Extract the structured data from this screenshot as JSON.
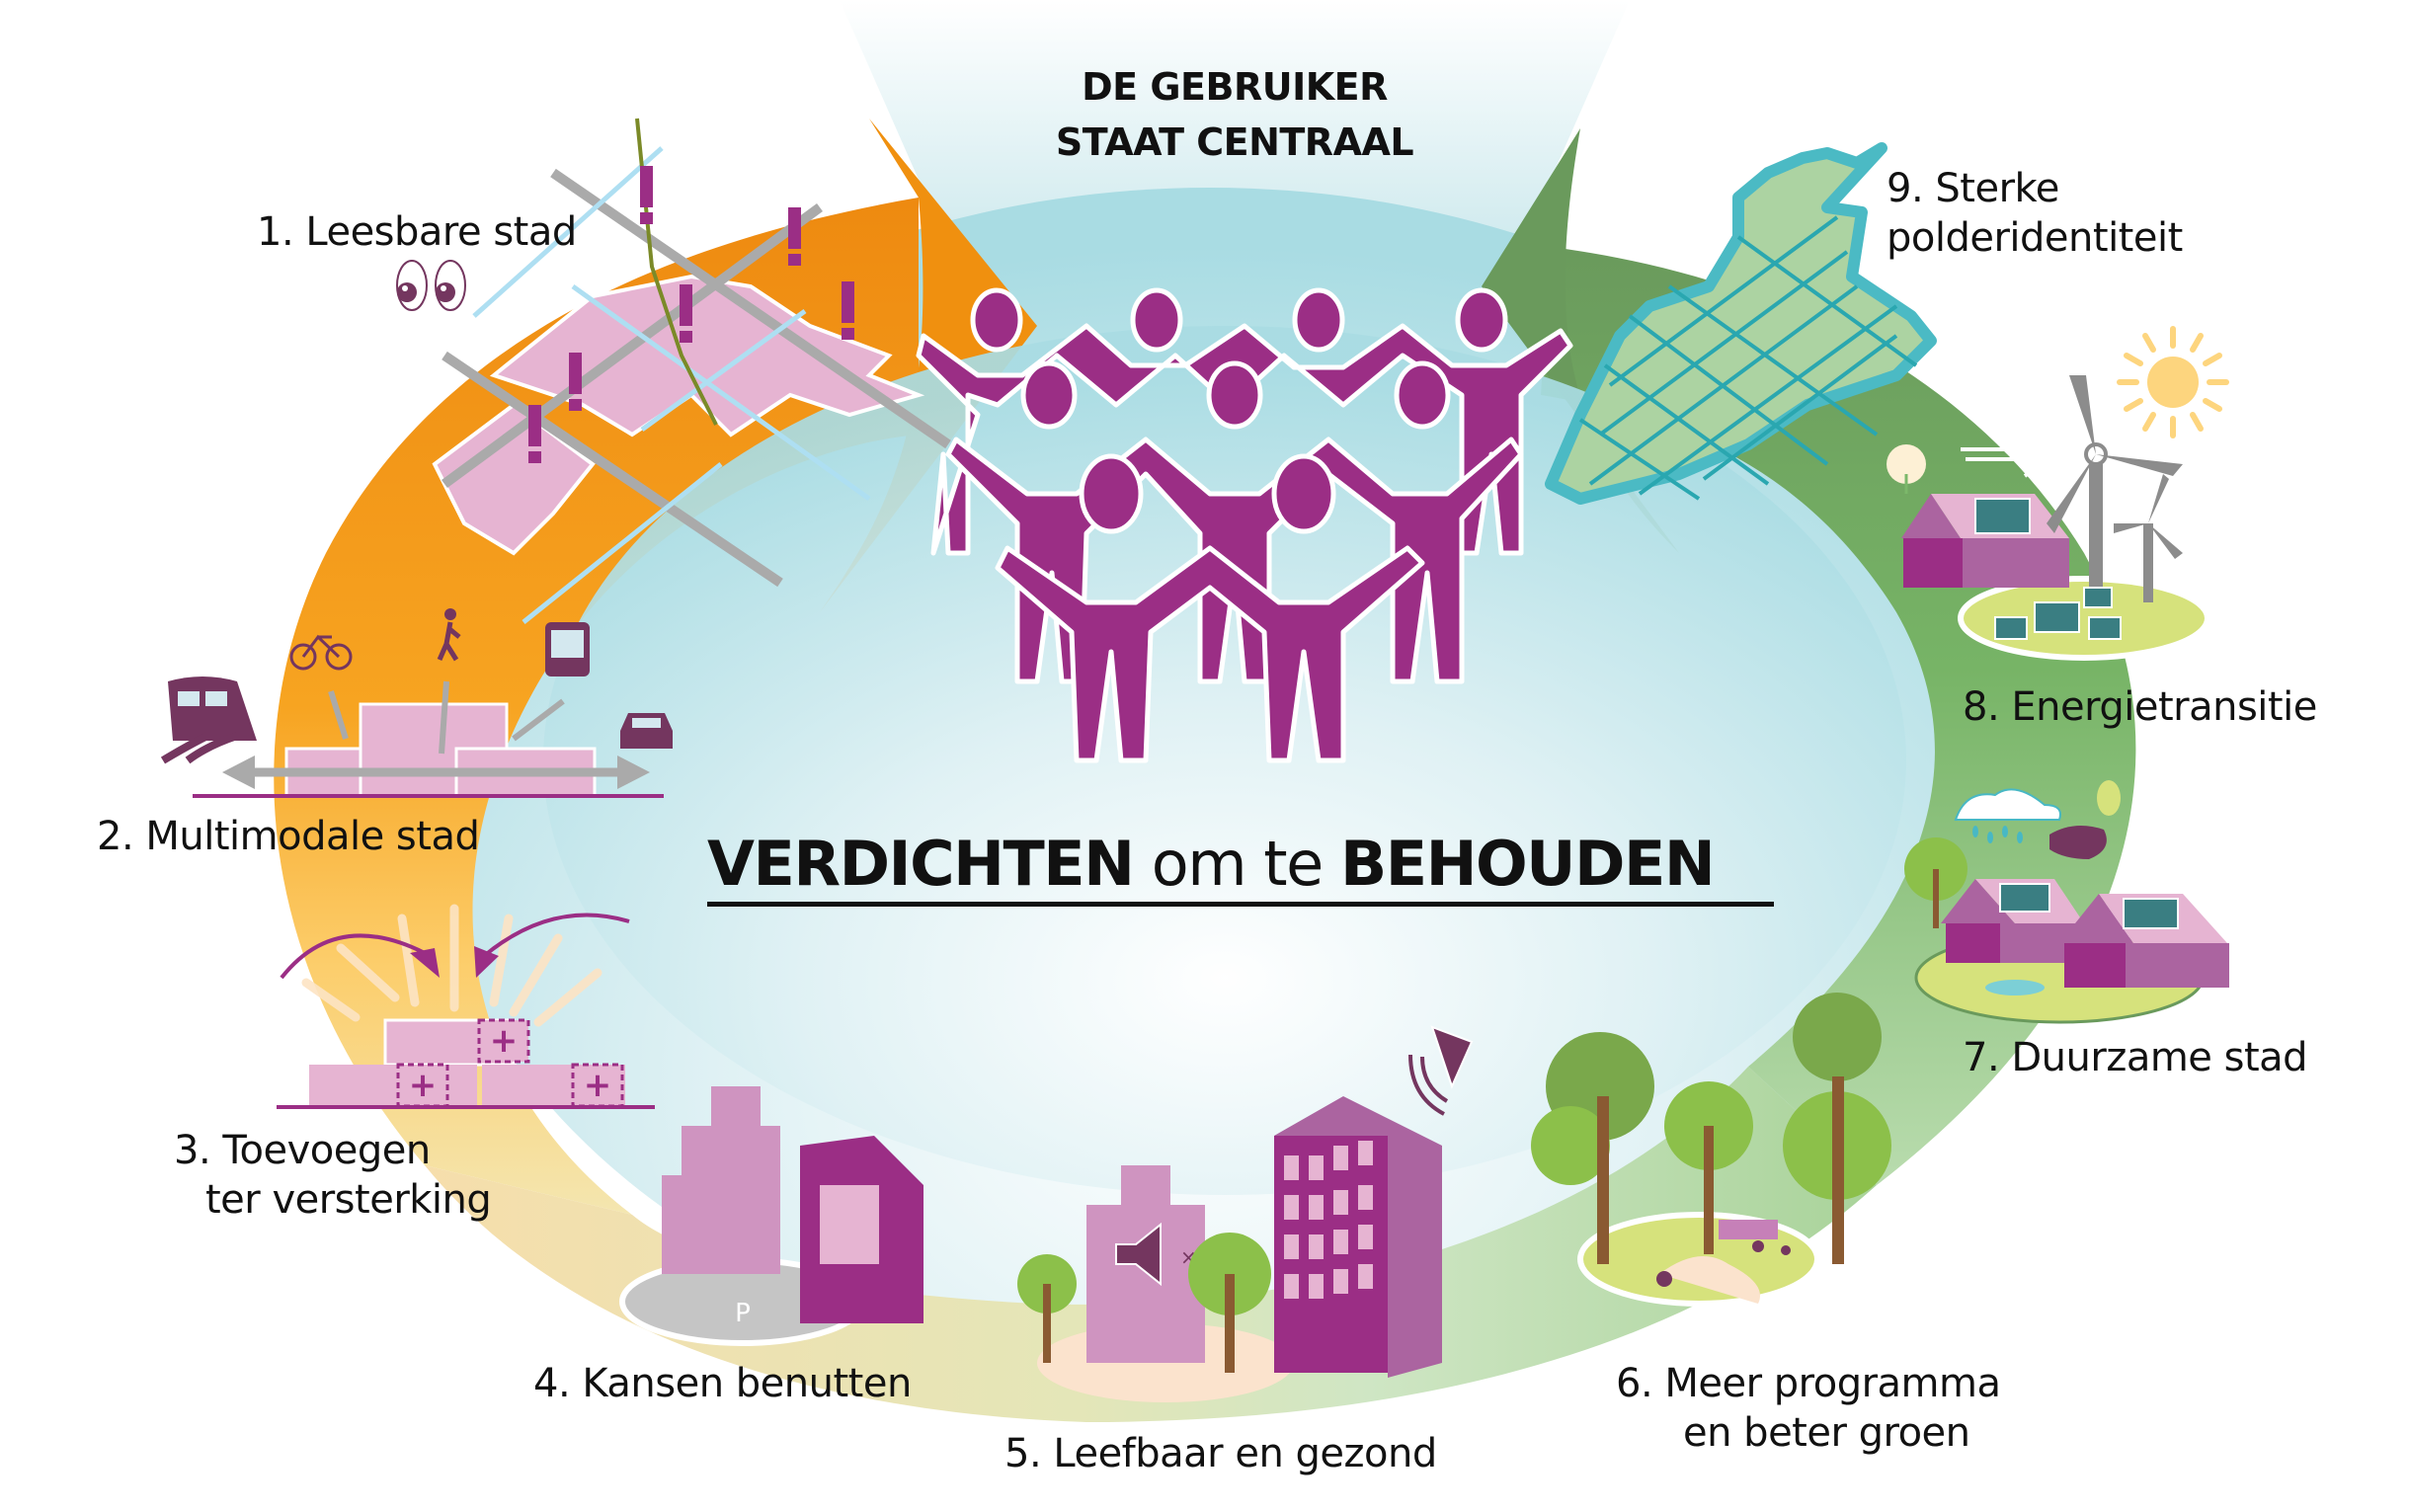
{
  "header": {
    "line1": "DE GEBRUIKER",
    "line2": "STAAT CENTRAAL"
  },
  "title": {
    "part1": "VERDICHTEN",
    "part2": " om te ",
    "part3": "BEHOUDEN"
  },
  "steps": [
    {
      "number": 1,
      "line1": "1. Leesbare stad",
      "line2": "",
      "icon": "city-map-icon"
    },
    {
      "number": 2,
      "line1": "2. Multimodale stad",
      "line2": "",
      "icon": "transport-modes-icon"
    },
    {
      "number": 3,
      "line1": "3. Toevoegen",
      "line2": "ter versterking",
      "icon": "add-buildings-icon"
    },
    {
      "number": 4,
      "line1": "4. Kansen benutten",
      "line2": "",
      "icon": "buildings-parking-icon"
    },
    {
      "number": 5,
      "line1": "5. Leefbaar en gezond",
      "line2": "",
      "icon": "quiet-buildings-trees-icon"
    },
    {
      "number": 6,
      "line1": "6. Meer programma",
      "line2": "en beter groen",
      "icon": "park-trees-icon"
    },
    {
      "number": 7,
      "line1": "7. Duurzame stad",
      "line2": "",
      "icon": "sustainable-houses-icon"
    },
    {
      "number": 8,
      "line1": "8. Energietransitie",
      "line2": "",
      "icon": "house-solar-wind-icon"
    },
    {
      "number": 9,
      "line1": "9. Sterke",
      "line2": "polderidentiteit",
      "icon": "polder-map-icon"
    }
  ],
  "colors": {
    "purple": "#9b2e85",
    "purple_light": "#e6b4d2",
    "purple_mid": "#ab64a0",
    "orange": "#f0900f",
    "orange_light": "#fbbd3a",
    "green_dark": "#6a9a5c",
    "green": "#7cb86a",
    "green_light": "#bedcb0",
    "sky": "#a8dce3",
    "teal": "#48b8c4",
    "grey": "#aaaaaa"
  },
  "center": {
    "people_count": 9,
    "icon": "people-group-icon"
  }
}
